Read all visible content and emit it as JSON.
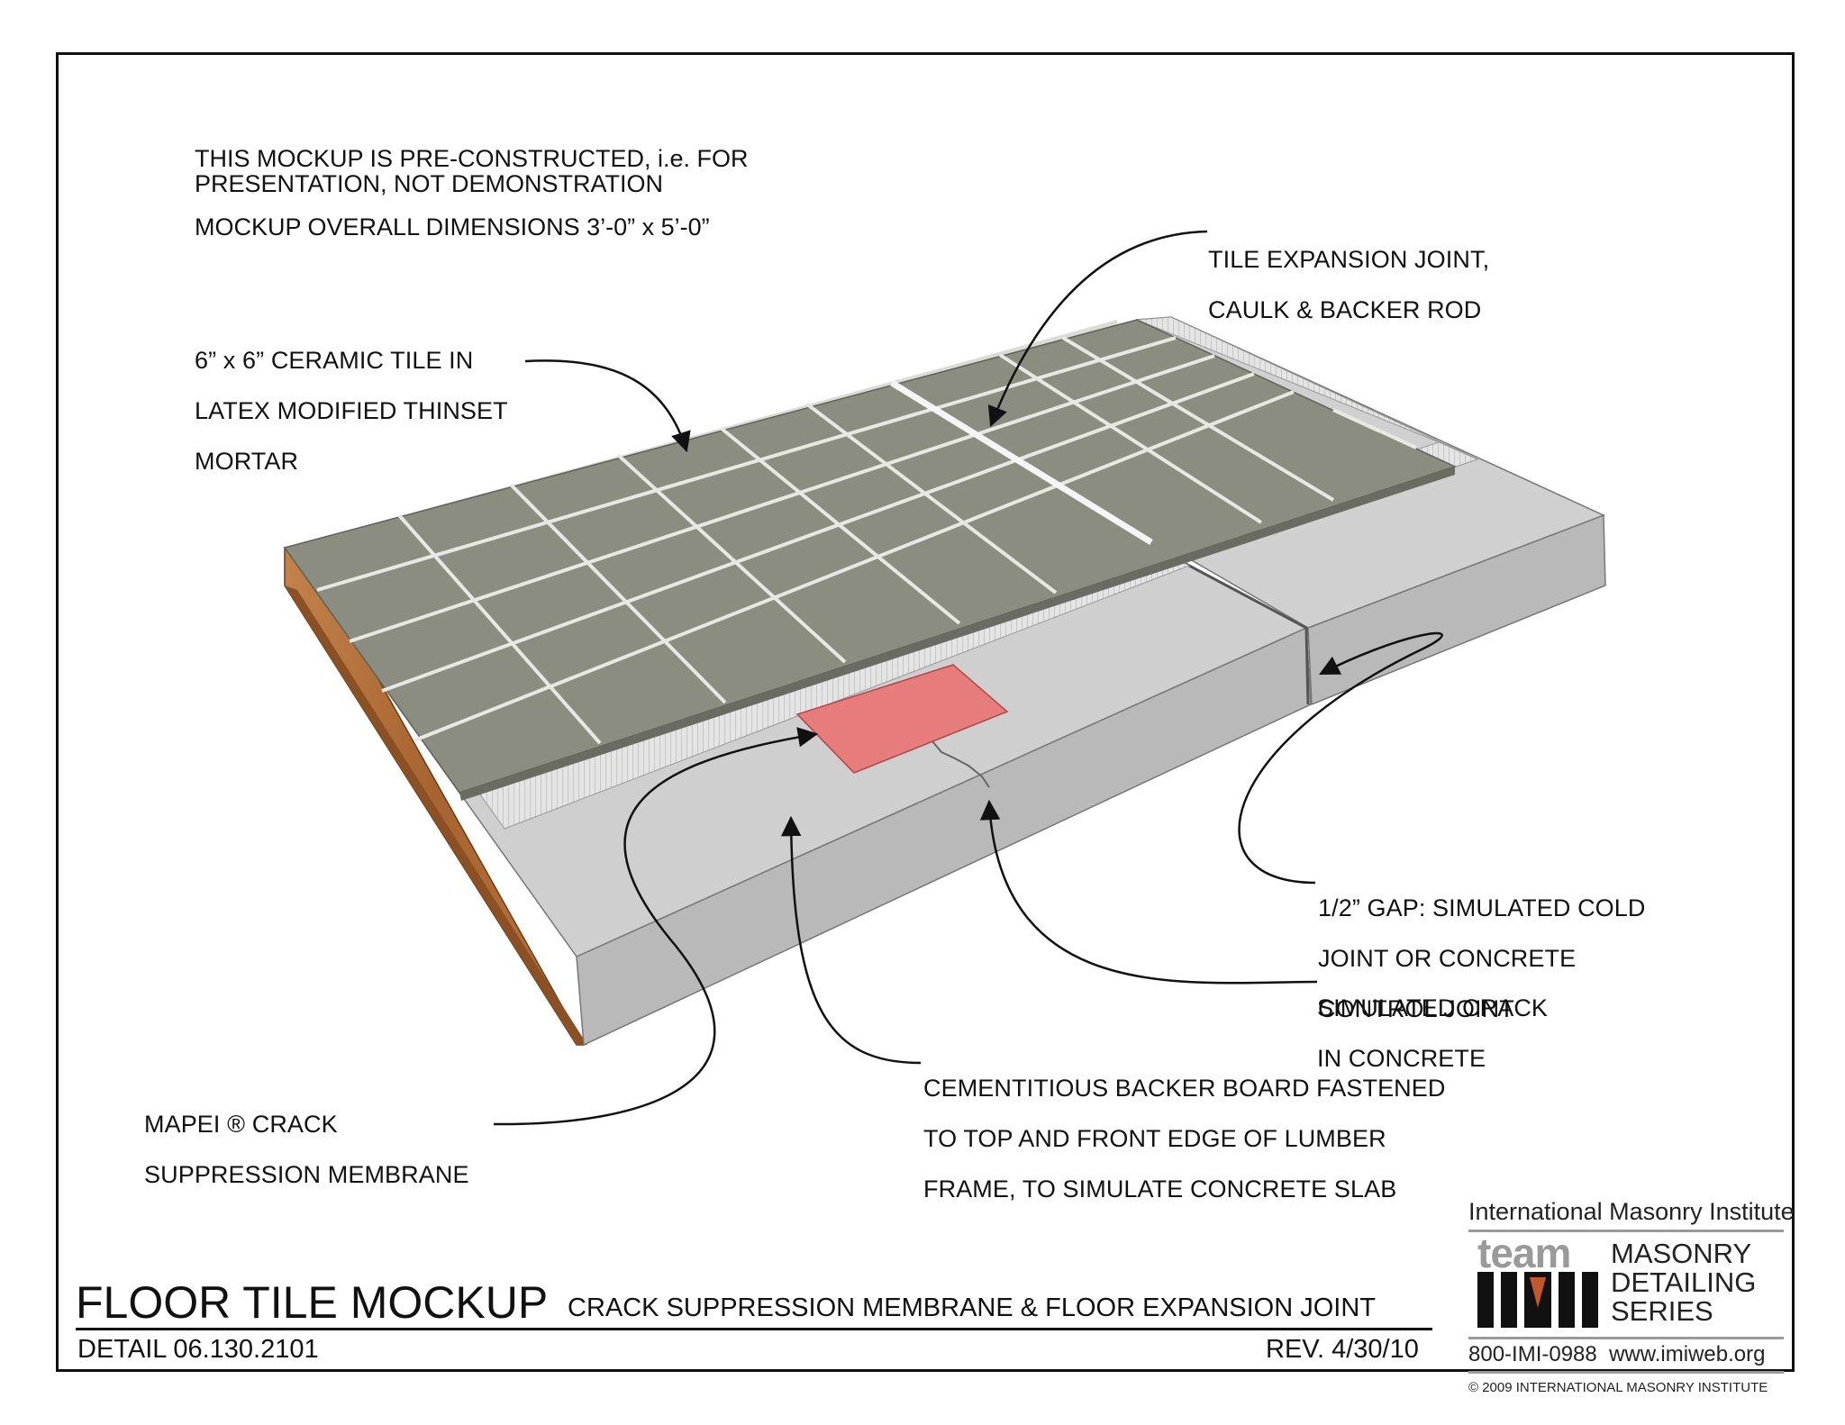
{
  "notes": {
    "line1": "THIS MOCKUP IS PRE-CONSTRUCTED, i.e. FOR",
    "line2": "PRESENTATION, NOT DEMONSTRATION",
    "line3": "MOCKUP OVERALL DIMENSIONS 3’-0” x 5’-0”"
  },
  "callouts": {
    "tile": [
      "6” x 6” CERAMIC TILE IN",
      "LATEX MODIFIED THINSET",
      "MORTAR"
    ],
    "expansion_joint": [
      "TILE EXPANSION JOINT,",
      "CAULK & BACKER ROD"
    ],
    "gap": [
      "1/2” GAP:  SIMULATED COLD",
      "JOINT OR CONCRETE",
      "CONTROL JOINT"
    ],
    "crack": [
      "SIMULATED CRACK",
      "IN CONCRETE"
    ],
    "backer_board": [
      "CEMENTITIOUS BACKER BOARD FASTENED",
      "TO TOP AND FRONT EDGE OF LUMBER",
      "FRAME, TO SIMULATE CONCRETE SLAB"
    ],
    "membrane": [
      "MAPEI ® CRACK",
      "SUPPRESSION MEMBRANE"
    ]
  },
  "title_block": {
    "title": "FLOOR TILE MOCKUP",
    "subtitle": "CRACK SUPPRESSION MEMBRANE & FLOOR EXPANSION JOINT",
    "detail": "DETAIL 06.130.2101",
    "revision": "REV. 4/30/10"
  },
  "logo": {
    "org": "International Masonry Institute",
    "team": "team",
    "series": [
      "MASONRY",
      "DETAILING",
      "SERIES"
    ],
    "phone": "800-IMI-0988",
    "web": "www.imiweb.org",
    "copyright": "© 2009 INTERNATIONAL MASONRY INSTITUTE"
  },
  "colors": {
    "tile": "#8a8d80",
    "grout": "#dcdcd6",
    "slab_top": "#cfcfcf",
    "slab_front": "#b9b9b9",
    "wood": "#b8753c",
    "membrane": "#e67c7c",
    "thinset": "#e2e2e2"
  }
}
